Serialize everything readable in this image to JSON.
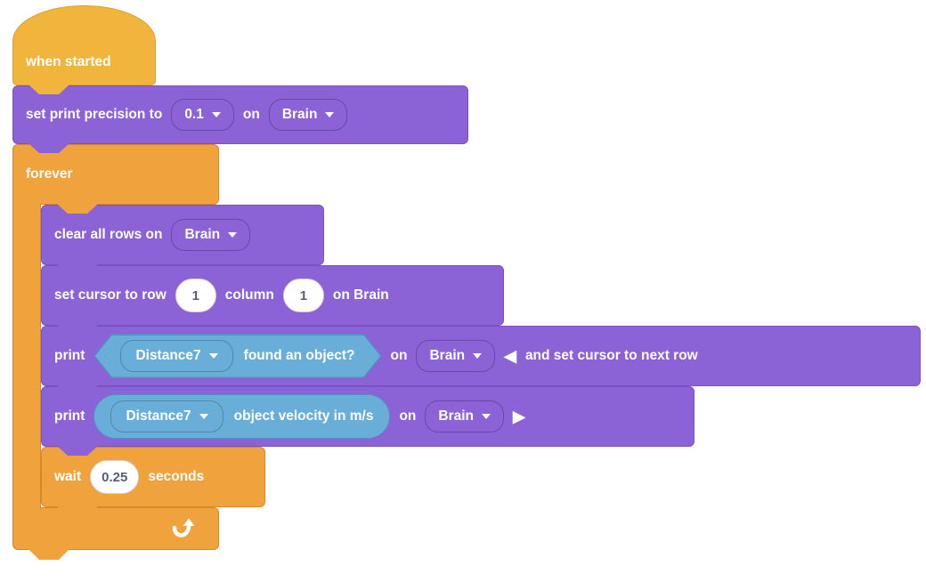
{
  "colors": {
    "hat_yellow": "#F1B53D",
    "control_orange": "#F0A23D",
    "print_purple": "#8B63D6",
    "sensing_blue": "#69AED9",
    "input_text": "#575E75"
  },
  "icons": {
    "collapse_glyph": "◀",
    "expand_glyph": "▶"
  },
  "blocks": {
    "when_started": {
      "label": "when started"
    },
    "set_print_precision": {
      "text_before": "set print precision to",
      "precision": "0.1",
      "text_on": "on",
      "device": "Brain"
    },
    "forever": {
      "label": "forever"
    },
    "clear_all_rows": {
      "text_before": "clear all rows on",
      "device": "Brain"
    },
    "set_cursor": {
      "text_before": "set cursor to row",
      "row": "1",
      "text_middle": "column",
      "column": "1",
      "text_after": "on Brain"
    },
    "print_found_object": {
      "text_print": "print",
      "sensor": "Distance7",
      "condition": "found an object?",
      "text_on": "on",
      "device": "Brain",
      "suffix": "and set cursor to next row"
    },
    "print_velocity": {
      "text_print": "print",
      "sensor": "Distance7",
      "reporter": "object velocity in m/s",
      "text_on": "on",
      "device": "Brain"
    },
    "wait": {
      "text_before": "wait",
      "seconds": "0.25",
      "text_after": "seconds"
    }
  }
}
